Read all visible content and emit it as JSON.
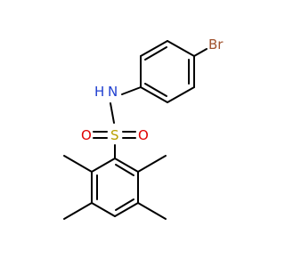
{
  "molecule": {
    "atoms": {
      "br": {
        "symbol": "Br",
        "color": "#a0522d"
      },
      "nh": {
        "symbol": "N",
        "hydrogen": "H",
        "color": "#1f3fd0"
      },
      "s": {
        "symbol": "S",
        "color": "#b8a000"
      },
      "o_left": {
        "symbol": "O",
        "color": "#e00000"
      },
      "o_right": {
        "symbol": "O",
        "color": "#e00000"
      }
    },
    "bond_color": "#000000"
  }
}
